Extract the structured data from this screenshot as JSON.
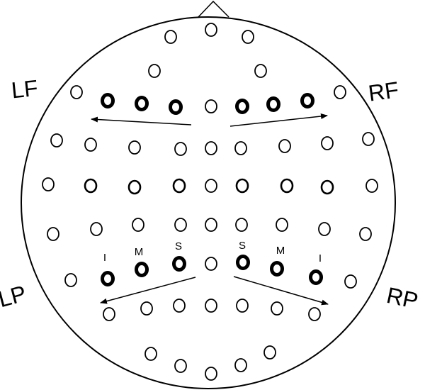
{
  "region_labels": {
    "lf": "LF",
    "rf": "RF",
    "lp": "LP",
    "rp": "RP"
  },
  "electrode_labels": {
    "left_i": "I",
    "left_m": "M",
    "left_s": "S",
    "right_s": "S",
    "right_m": "M",
    "right_i": "I"
  },
  "electrode_types": {
    "row1": [
      "normal",
      "normal",
      "normal"
    ],
    "row2": [
      "normal",
      "normal"
    ],
    "row3": [
      "normal",
      "highlighted",
      "highlighted",
      "highlighted",
      "normal",
      "highlighted",
      "highlighted",
      "highlighted",
      "normal"
    ],
    "row4": [
      "normal",
      "normal",
      "normal",
      "normal",
      "normal",
      "normal",
      "normal",
      "normal",
      "normal"
    ],
    "row5": [
      "normal",
      "bold",
      "bold",
      "bold",
      "normal",
      "bold",
      "bold",
      "bold",
      "normal"
    ],
    "row6": [
      "normal",
      "normal",
      "normal",
      "normal",
      "normal",
      "normal",
      "normal",
      "normal",
      "normal"
    ],
    "row7": [
      "normal",
      "highlighted",
      "highlighted",
      "highlighted",
      "normal",
      "highlighted",
      "highlighted",
      "highlighted",
      "normal"
    ],
    "row8": [
      "normal",
      "normal",
      "normal",
      "normal",
      "normal",
      "normal",
      "normal"
    ],
    "row9": [
      "normal",
      "normal",
      "normal",
      "normal",
      "normal"
    ]
  },
  "colors": {
    "stroke": "#000000",
    "background": "#ffffff"
  }
}
